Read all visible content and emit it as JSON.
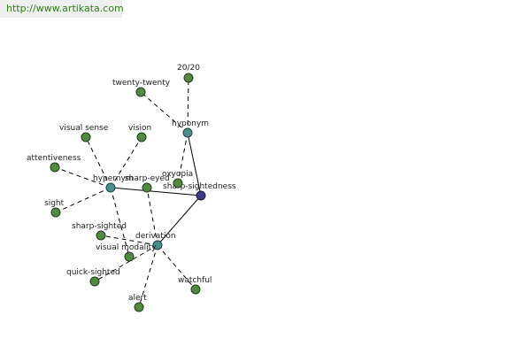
{
  "header": {
    "url": "http://www.artikata.com"
  },
  "graph": {
    "nodes": [
      {
        "id": "root",
        "label": "sharp-sightedness",
        "kind": "root"
      },
      {
        "id": "hypernym",
        "label": "hypernym",
        "kind": "relation"
      },
      {
        "id": "hyponym",
        "label": "hyponym",
        "kind": "relation"
      },
      {
        "id": "derivation",
        "label": "derivation",
        "kind": "relation"
      },
      {
        "id": "w2020",
        "label": "20/20",
        "kind": "word"
      },
      {
        "id": "twentytwenty",
        "label": "twenty-twenty",
        "kind": "word"
      },
      {
        "id": "oxyopia",
        "label": "oxyopia",
        "kind": "word"
      },
      {
        "id": "visualsense",
        "label": "visual sense",
        "kind": "word"
      },
      {
        "id": "vision",
        "label": "vision",
        "kind": "word"
      },
      {
        "id": "attentiveness",
        "label": "attentiveness",
        "kind": "word"
      },
      {
        "id": "sight",
        "label": "sight",
        "kind": "word"
      },
      {
        "id": "sharpeyed",
        "label": "sharp-eyed",
        "kind": "word"
      },
      {
        "id": "sharpsighted",
        "label": "sharp-sighted",
        "kind": "word"
      },
      {
        "id": "visualmodality",
        "label": "visual modality",
        "kind": "word"
      },
      {
        "id": "quicksighted",
        "label": "quick-sighted",
        "kind": "word"
      },
      {
        "id": "watchful",
        "label": "watchful",
        "kind": "word"
      },
      {
        "id": "alert",
        "label": "alert",
        "kind": "word"
      }
    ],
    "edges": [
      {
        "from": "root",
        "to": "hypernym",
        "style": "solid"
      },
      {
        "from": "root",
        "to": "hyponym",
        "style": "solid"
      },
      {
        "from": "root",
        "to": "derivation",
        "style": "solid"
      },
      {
        "from": "hyponym",
        "to": "w2020",
        "style": "dashed"
      },
      {
        "from": "hyponym",
        "to": "twentytwenty",
        "style": "dashed"
      },
      {
        "from": "hyponym",
        "to": "oxyopia",
        "style": "dashed"
      },
      {
        "from": "hypernym",
        "to": "visualsense",
        "style": "dashed"
      },
      {
        "from": "hypernym",
        "to": "vision",
        "style": "dashed"
      },
      {
        "from": "hypernym",
        "to": "attentiveness",
        "style": "dashed"
      },
      {
        "from": "hypernym",
        "to": "sight",
        "style": "dashed"
      },
      {
        "from": "hypernym",
        "to": "visualmodality",
        "style": "dashed"
      },
      {
        "from": "derivation",
        "to": "sharpeyed",
        "style": "dashed"
      },
      {
        "from": "derivation",
        "to": "sharpsighted",
        "style": "dashed"
      },
      {
        "from": "derivation",
        "to": "quicksighted",
        "style": "dashed"
      },
      {
        "from": "derivation",
        "to": "watchful",
        "style": "dashed"
      },
      {
        "from": "derivation",
        "to": "alert",
        "style": "dashed"
      }
    ]
  }
}
